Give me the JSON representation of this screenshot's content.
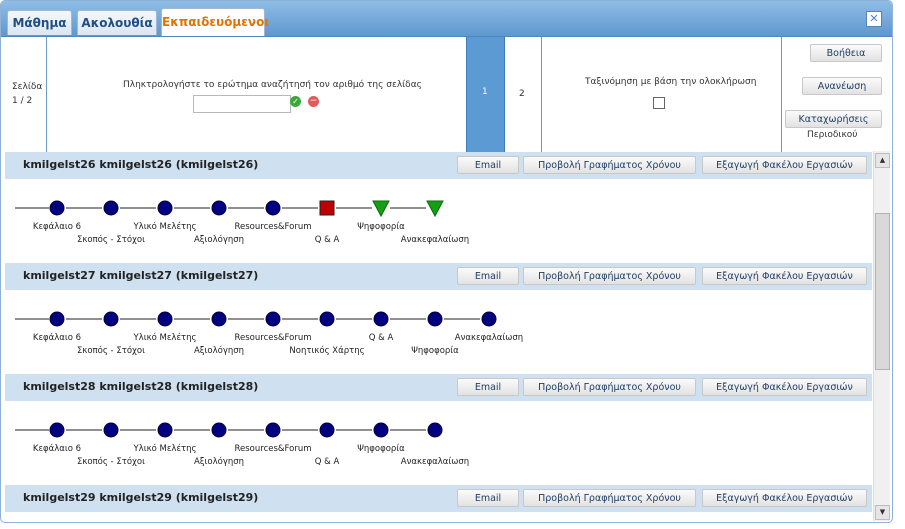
{
  "tabs": [
    {
      "label": "Μάθημα"
    },
    {
      "label": "Ακολουθία"
    },
    {
      "label": "Εκπαιδευόμενοι"
    }
  ],
  "close_icon": "close-icon",
  "toolbar": {
    "page_label": "Σελίδα",
    "page_value": "1 / 2",
    "search_prompt": "Πληκτρολογήστε το ερώτημα αναζήτησή τον αριθμό της σελίδας",
    "search_value": "",
    "pages": [
      "1",
      "2"
    ],
    "sort_label": "Ταξινόμηση με βάση την ολοκλήρωση",
    "help_button": "Βοήθεια",
    "refresh_button": "Ανανέωση",
    "register_button_line1": "Καταχωρήσεις",
    "register_button_line2": "Περιοδικού"
  },
  "actions": {
    "email": "Email",
    "view_time": "Προβολή Γραφήματος Χρόνου",
    "export": "Εξαγωγή Φακέλου Εργασιών"
  },
  "students": [
    {
      "name": "kmilgelst26 kmilgelst26 (kmilgelst26)",
      "nodes": [
        {
          "shape": "circle",
          "label": "Κεφάλαιο 6",
          "row": 1
        },
        {
          "shape": "circle",
          "label": "Σκοπός - Στόχοι",
          "row": 2
        },
        {
          "shape": "circle",
          "label": "Υλικό Μελέτης",
          "row": 1
        },
        {
          "shape": "circle",
          "label": "Αξιολόγηση",
          "row": 2
        },
        {
          "shape": "circle",
          "label": "Resources&Forum",
          "row": 1
        },
        {
          "shape": "square",
          "label": "Q & A",
          "row": 2
        },
        {
          "shape": "triangle",
          "label": "Ψηφοφορία",
          "row": 1
        },
        {
          "shape": "triangle",
          "label": "Ανακεφαλαίωση",
          "row": 2
        }
      ]
    },
    {
      "name": "kmilgelst27 kmilgelst27 (kmilgelst27)",
      "nodes": [
        {
          "shape": "circle",
          "label": "Κεφάλαιο 6",
          "row": 1
        },
        {
          "shape": "circle",
          "label": "Σκοπός - Στόχοι",
          "row": 2
        },
        {
          "shape": "circle",
          "label": "Υλικό Μελέτης",
          "row": 1
        },
        {
          "shape": "circle",
          "label": "Αξιολόγηση",
          "row": 2
        },
        {
          "shape": "circle",
          "label": "Resources&Forum",
          "row": 1
        },
        {
          "shape": "circle",
          "label": "Νοητικός Χάρτης",
          "row": 2
        },
        {
          "shape": "circle",
          "label": "Q & A",
          "row": 1
        },
        {
          "shape": "circle",
          "label": "Ψηφοφορία",
          "row": 2
        },
        {
          "shape": "circle",
          "label": "Ανακεφαλαίωση",
          "row": 1
        }
      ]
    },
    {
      "name": "kmilgelst28 kmilgelst28 (kmilgelst28)",
      "nodes": [
        {
          "shape": "circle",
          "label": "Κεφάλαιο 6",
          "row": 1
        },
        {
          "shape": "circle",
          "label": "Σκοπός - Στόχοι",
          "row": 2
        },
        {
          "shape": "circle",
          "label": "Υλικό Μελέτης",
          "row": 1
        },
        {
          "shape": "circle",
          "label": "Αξιολόγηση",
          "row": 2
        },
        {
          "shape": "circle",
          "label": "Resources&Forum",
          "row": 1
        },
        {
          "shape": "circle",
          "label": "Q & A",
          "row": 2
        },
        {
          "shape": "circle",
          "label": "Ψηφοφορία",
          "row": 1
        },
        {
          "shape": "circle",
          "label": "Ανακεφαλαίωση",
          "row": 2
        }
      ]
    },
    {
      "name": "kmilgelst29 kmilgelst29 (kmilgelst29)",
      "nodes": []
    }
  ],
  "colors": {
    "circle": "#000080",
    "square": "#c00000",
    "triangle": "#13a013",
    "header_bg": "#cfe0f1",
    "active_tab": "#e07400"
  }
}
